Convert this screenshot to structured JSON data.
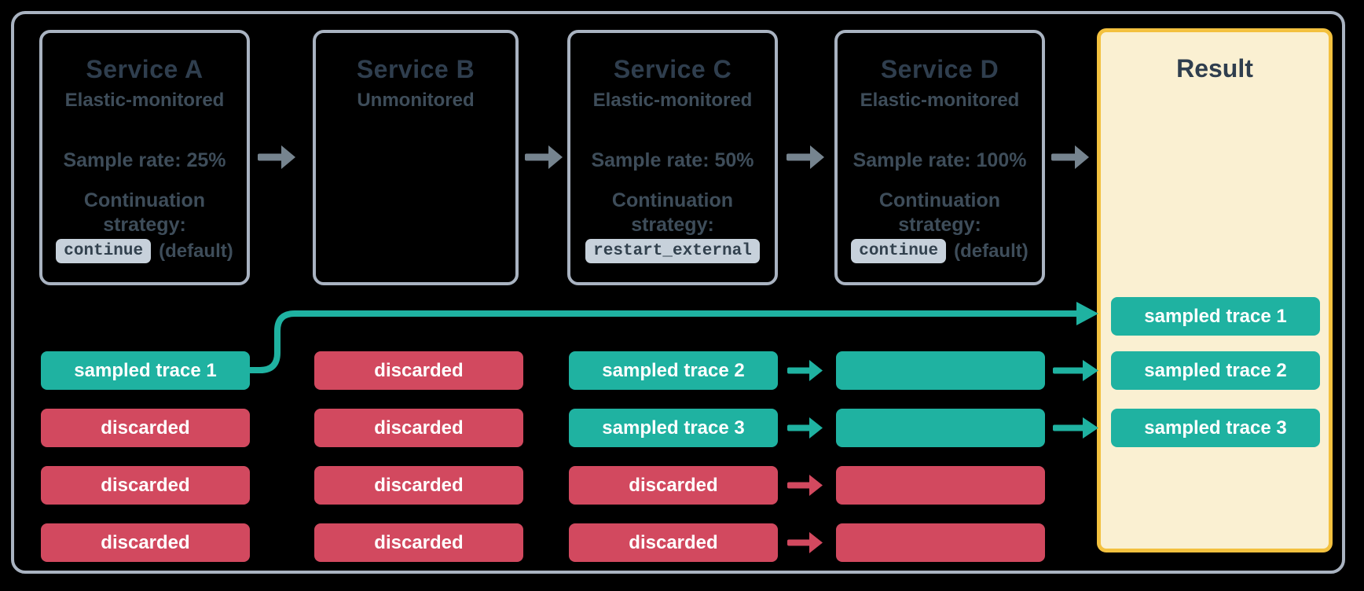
{
  "colors": {
    "teal": "#1FB2A1",
    "red": "#D2495F",
    "boxBorder": "#A9B3C1",
    "titleText": "#2F3E4E",
    "bodyText": "#3E4D5A",
    "arrowGray": "#76848F",
    "chipBg": "#C7D1DB",
    "chipText": "#32414E",
    "resultBg": "#FAF0D2",
    "resultBorder": "#F3C13F",
    "pillText": "#FFFFFF",
    "canvasBg": "#000000"
  },
  "services": [
    {
      "name": "Service A",
      "monitoring": "Elastic-monitored",
      "sample_rate": "Sample rate: 25%",
      "continuation_label": "Continuation strategy:",
      "chip": "continue",
      "chip_suffix": "(default)"
    },
    {
      "name": "Service B",
      "monitoring": "Unmonitored"
    },
    {
      "name": "Service C",
      "monitoring": "Elastic-monitored",
      "sample_rate": "Sample rate: 50%",
      "continuation_label": "Continuation strategy:",
      "chip": "restart_external",
      "chip_suffix": ""
    },
    {
      "name": "Service D",
      "monitoring": "Elastic-monitored",
      "sample_rate": "Sample rate: 100%",
      "continuation_label": "Continuation strategy:",
      "chip": "continue",
      "chip_suffix": "(default)"
    }
  ],
  "result": {
    "title": "Result",
    "pills": [
      "sampled trace 1",
      "sampled trace 2",
      "sampled trace 3"
    ]
  },
  "trace_columns": [
    {
      "service": "A",
      "pills": [
        {
          "label": "sampled trace 1",
          "type": "sampled"
        },
        {
          "label": "discarded",
          "type": "discarded"
        },
        {
          "label": "discarded",
          "type": "discarded"
        },
        {
          "label": "discarded",
          "type": "discarded"
        }
      ]
    },
    {
      "service": "B",
      "pills": [
        {
          "label": "discarded",
          "type": "discarded"
        },
        {
          "label": "discarded",
          "type": "discarded"
        },
        {
          "label": "discarded",
          "type": "discarded"
        },
        {
          "label": "discarded",
          "type": "discarded"
        }
      ]
    },
    {
      "service": "C",
      "pills": [
        {
          "label": "sampled trace 2",
          "type": "sampled"
        },
        {
          "label": "sampled trace 3",
          "type": "sampled"
        },
        {
          "label": "discarded",
          "type": "discarded"
        },
        {
          "label": "discarded",
          "type": "discarded"
        }
      ]
    },
    {
      "service": "D",
      "pills": [
        {
          "label": "",
          "type": "sampled"
        },
        {
          "label": "",
          "type": "sampled"
        },
        {
          "label": "",
          "type": "discarded"
        },
        {
          "label": "",
          "type": "discarded"
        }
      ]
    }
  ]
}
